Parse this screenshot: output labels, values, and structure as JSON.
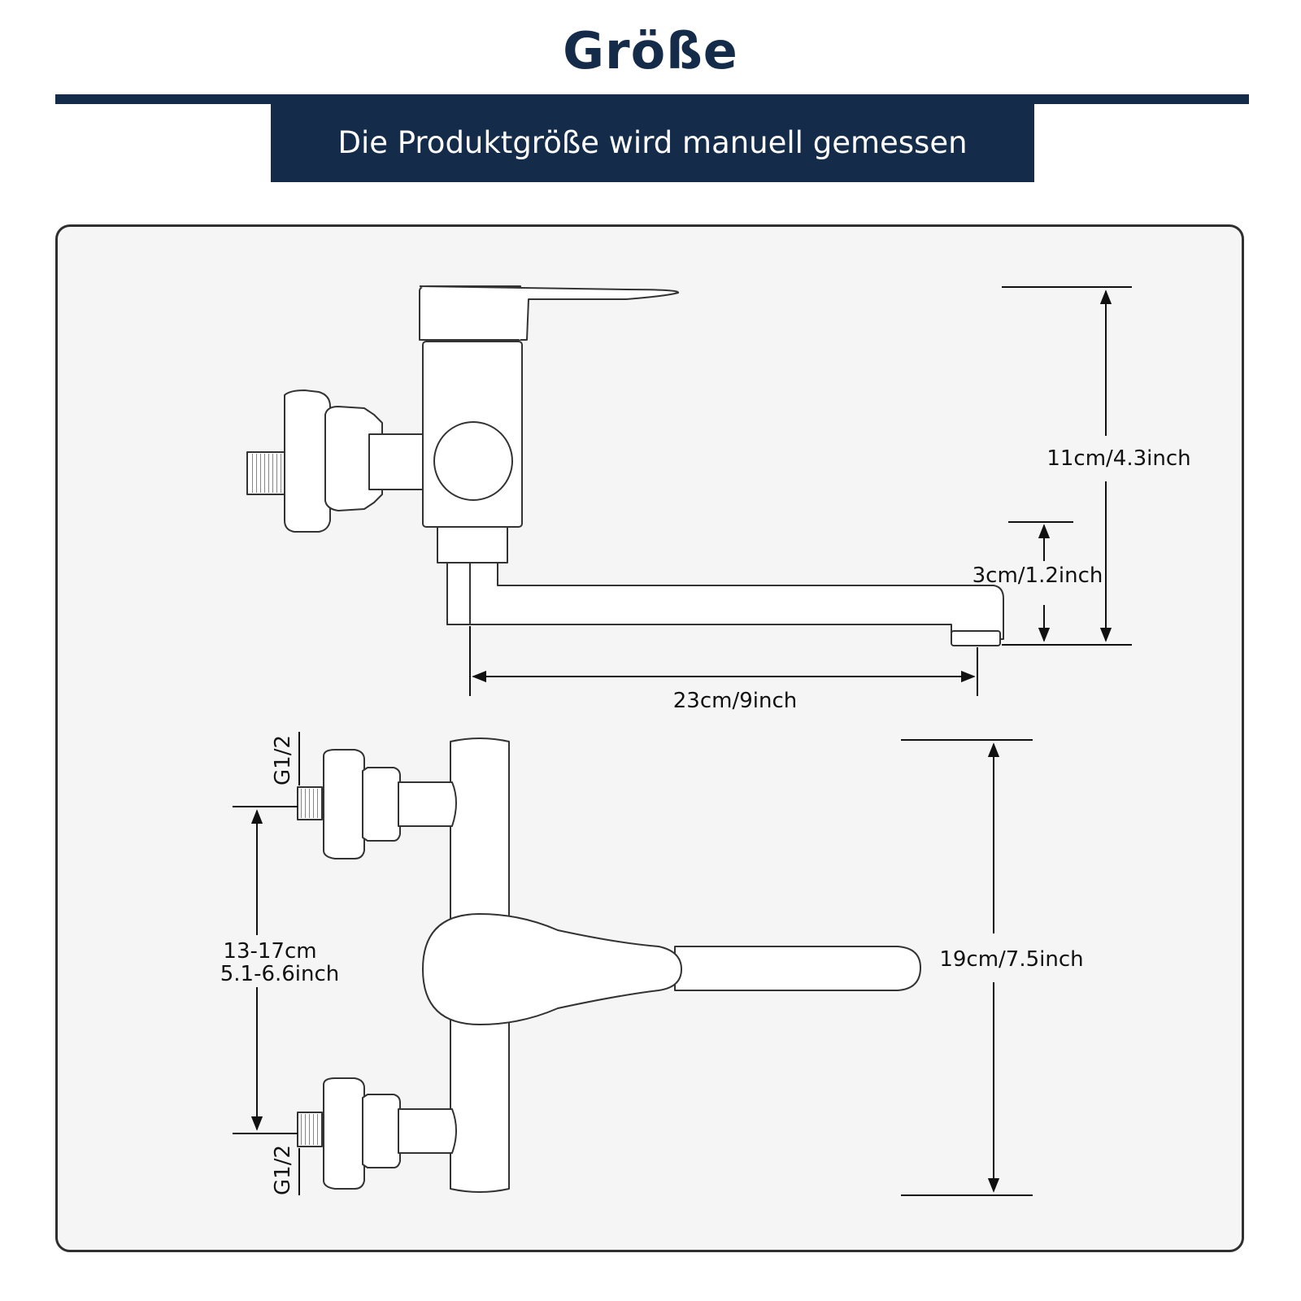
{
  "header": {
    "title": "Größe",
    "subtitle": "Die Produktgröße wird manuell gemessen"
  },
  "dimensions": {
    "height_total": "11cm/4.3inch",
    "spout_height": "3cm/1.2inch",
    "spout_length": "23cm/9inch",
    "connection_top": "G1/2",
    "connection_bottom": "G1/2",
    "connection_distance_cm": "13-17cm",
    "connection_distance_inch": "5.1-6.6inch",
    "body_height": "19cm/7.5inch"
  },
  "colors": {
    "navy": "#142b4a",
    "panel": "#f5f5f5",
    "line": "#333333"
  }
}
